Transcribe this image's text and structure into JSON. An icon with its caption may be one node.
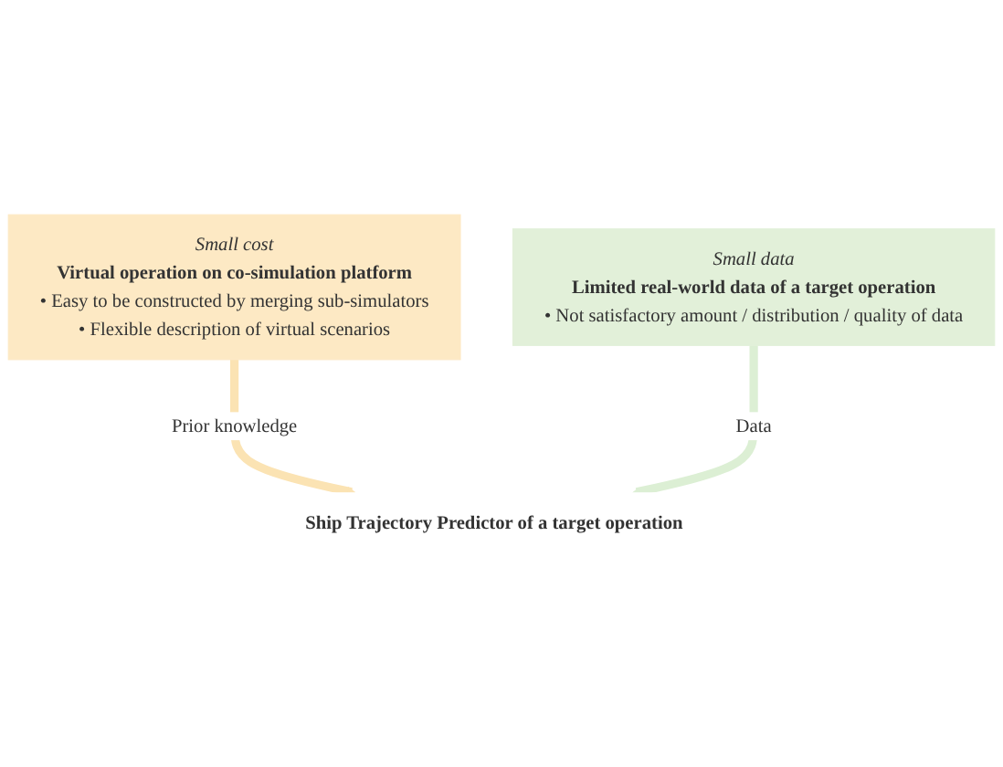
{
  "diagram": {
    "nodes": [
      {
        "text": [
          "Small cost",
          "Virtual operation on co-simulation platform",
          "• Easy to be constructed by merging sub-simulators",
          "• Flexible description of virtual scenarios"
        ]
      },
      {
        "text": [
          "Ship Trajectory Predictor of a target operation"
        ]
      },
      {
        "text": [
          "Small data",
          "Limited real-world data of a target operation",
          "• Not satisfactory amount / distribution / quality of data"
        ]
      }
    ],
    "edges": [
      {
        "from": 0,
        "to": 1,
        "arrow": "to",
        "label": "Prior knowledge",
        "color": "#fbe3b3"
      },
      {
        "from": 2,
        "to": 1,
        "arrow": "to",
        "label": "Data",
        "color": "#dcefd4"
      }
    ]
  }
}
